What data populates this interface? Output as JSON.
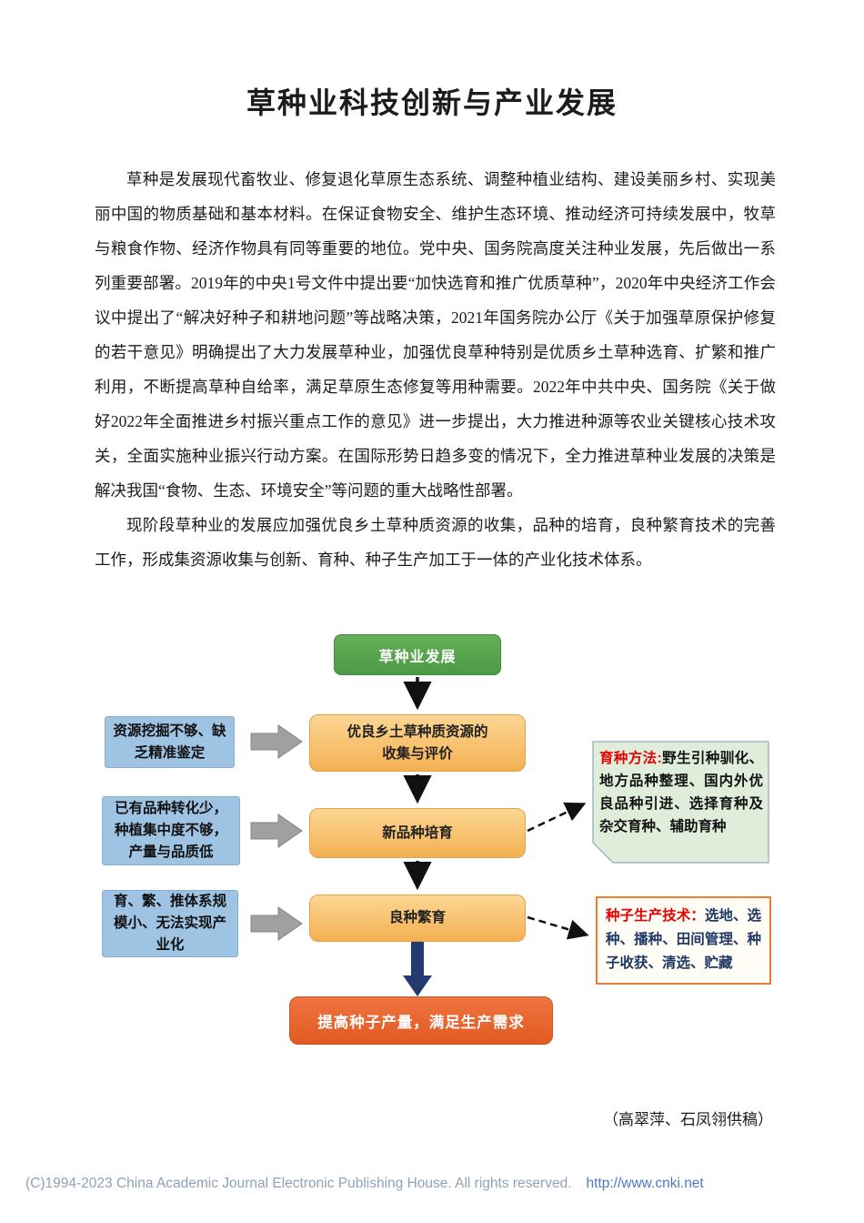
{
  "page": {
    "title": "草种业科技创新与产业发展",
    "paragraphs": [
      "草种是发展现代畜牧业、修复退化草原生态系统、调整种植业结构、建设美丽乡村、实现美丽中国的物质基础和基本材料。在保证食物安全、维护生态环境、推动经济可持续发展中，牧草与粮食作物、经济作物具有同等重要的地位。党中央、国务院高度关注种业发展，先后做出一系列重要部署。2019年的中央1号文件中提出要“加快选育和推广优质草种”，2020年中央经济工作会议中提出了“解决好种子和耕地问题”等战略决策，2021年国务院办公厅《关于加强草原保护修复的若干意见》明确提出了大力发展草种业，加强优良草种特别是优质乡土草种选育、扩繁和推广利用，不断提高草种自给率，满足草原生态修复等用种需要。2022年中共中央、国务院《关于做好2022年全面推进乡村振兴重点工作的意见》进一步提出，大力推进种源等农业关键核心技术攻关，全面实施种业振兴行动方案。在国际形势日趋多变的情况下，全力推进草种业发展的决策是解决我国“食物、生态、环境安全”等问题的重大战略性部署。",
      "现阶段草种业的发展应加强优良乡土草种质资源的收集，品种的培育，良种繁育技术的完善工作，形成集资源收集与创新、育种、种子生产加工于一体的产业化技术体系。"
    ],
    "attribution": "（高翠萍、石凤翎供稿）"
  },
  "diagram": {
    "top_box": "草种业发展",
    "stage1": "优良乡土草种质资源的\n收集与评价",
    "stage2": "新品种培育",
    "stage3": "良种繁育",
    "problem1": "资源挖掘不够、缺乏精准鉴定",
    "problem2": "已有品种转化少，种植集中度不够，产量与品质低",
    "problem3": "育、繁、推体系规模小、无法实现产业化",
    "breeding_label": "育种方法:",
    "breeding_text": "野生引种驯化、地方品种整理、国内外优良品种引进、选择育种及杂交育种、辅助育种",
    "seed_label": "种子生产技术：",
    "seed_text": "选地、选种、播种、田间管理、种子收获、清选、贮藏",
    "bottom_box": "提高种子产量，满足生产需求",
    "colors": {
      "top_green": "#55a04d",
      "stage_orange": "#f7c271",
      "problem_blue": "#9fc3e3",
      "method_green": "#dfedda",
      "result_orange_red": "#e8632c",
      "arrow_gray": "#a0a0a0",
      "arrow_navy": "#233a70",
      "label_red": "#e60000"
    }
  },
  "footer": {
    "copyright": "(C)1994-2023 China Academic Journal Electronic Publishing House. All rights reserved.",
    "url": "http://www.cnki.net"
  }
}
